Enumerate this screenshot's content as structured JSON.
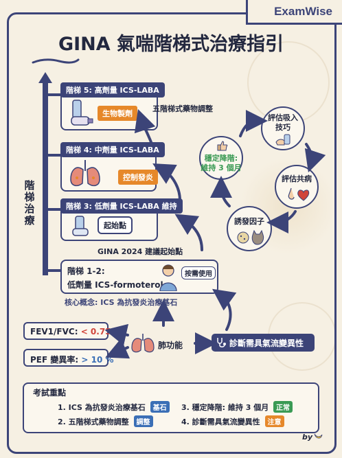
{
  "brand": "ExamWise",
  "title": "GINA 氣喘階梯式治療指引",
  "axis_label": "階梯治療",
  "colors": {
    "navy": "#3c4478",
    "orange": "#e6882a",
    "blue": "#3b6fb6",
    "green": "#3a9a54",
    "red": "#d0443a"
  },
  "steps": {
    "step5": {
      "header": "階梯 5: 高劑量 ICS-LABA",
      "tag": "生物製劑",
      "icon": "inhaler-spacer-icon"
    },
    "step4": {
      "header": "階梯 4: 中劑量 ICS-LABA",
      "tag": "控制發炎",
      "icon": "lungs-icon"
    },
    "step3": {
      "header": "階梯 3: 低劑量 ICS-LABA 維持",
      "tag": "起始點",
      "icon": "inhaler-icon"
    },
    "step12": {
      "header": "階梯 1-2:",
      "body": "低劑量 ICS-formoterol",
      "bubble": "按需使用",
      "icon": "patient-icon"
    }
  },
  "annotations": {
    "five_step": "五階梯式藥物調整",
    "start_point": "GINA 2024 建議起始點",
    "core_concept": "核心概念: ICS 為抗發炎治療基石"
  },
  "cycle": {
    "stepdown": "穩定降階:\n維持 3 個月",
    "inhaler_tech": "評估吸入\n技巧",
    "comorbid": "評估共病",
    "triggers": "誘發因子"
  },
  "lung_function": {
    "label": "肺功能",
    "fev1_label": "FEV1/FVC:",
    "fev1_value": "< 0.75",
    "pef_label": "PEF 變異率:",
    "pef_value": "> 10 %"
  },
  "diagnosis": "診斷需具氣流變異性",
  "key_points": {
    "title": "考試重點",
    "items": [
      {
        "text": "1. ICS 為抗發炎治療基石",
        "badge": "基石",
        "color": "#3b6fb6"
      },
      {
        "text": "2. 五階梯式藥物調整",
        "badge": "調整",
        "color": "#3b6fb6"
      },
      {
        "text": "3. 穩定降階: 維持 3 個月",
        "badge": "正常",
        "color": "#3a9a54"
      },
      {
        "text": "4. 診斷需具氣流變異性",
        "badge": "注意",
        "color": "#e6882a"
      }
    ]
  },
  "signature": "by"
}
